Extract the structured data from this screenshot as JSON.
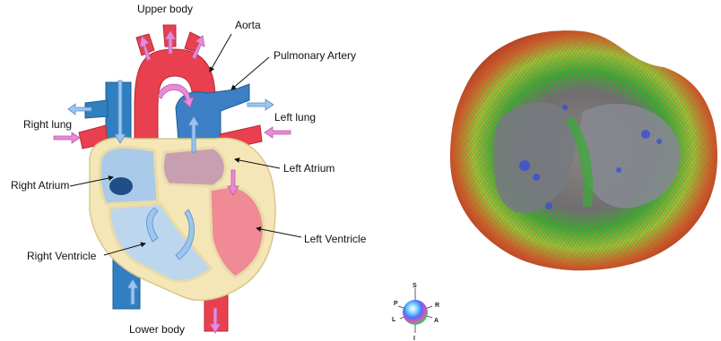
{
  "diagram": {
    "labels": {
      "upper_body": "Upper body",
      "aorta": "Aorta",
      "pulmonary_artery": "Pulmonary Artery",
      "right_lung": "Right lung",
      "left_lung": "Left lung",
      "left_atrium": "Left Atrium",
      "right_atrium": "Right Atrium",
      "left_ventricle": "Left Ventricle",
      "right_ventricle": "Right Ventricle",
      "lower_body": "Lower body"
    },
    "colors": {
      "oxygenated": "#e8404e",
      "deoxygenated": "#2f7fc1",
      "wall": "#f5e6b8",
      "arrow_fill_blue": "#9cc6ee",
      "arrow_fill_pink": "#e88ad6"
    }
  },
  "orientation_sphere": {
    "S": "S",
    "I": "I",
    "P": "P",
    "R": "R",
    "L": "L",
    "A": "A"
  }
}
